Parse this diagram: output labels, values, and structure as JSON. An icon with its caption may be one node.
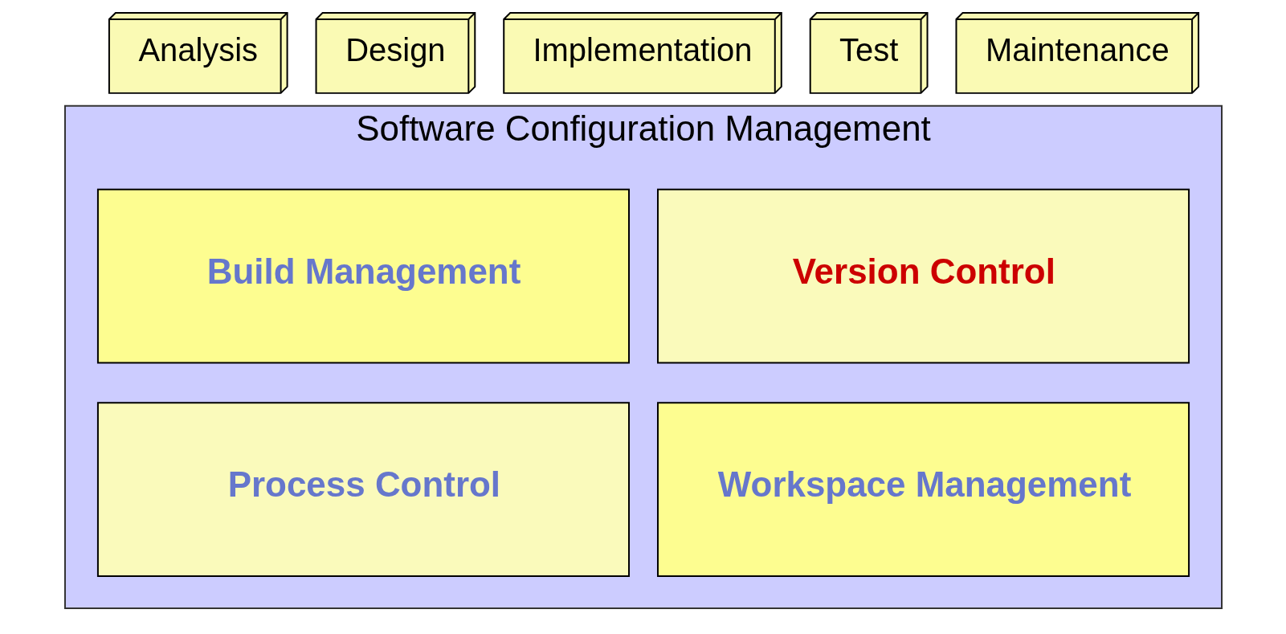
{
  "diagram": {
    "nodes": [
      {
        "text": [
          "Analysis"
        ]
      },
      {
        "text": [
          "Design"
        ]
      },
      {
        "text": [
          "Implementation"
        ]
      },
      {
        "text": [
          "Test"
        ]
      },
      {
        "text": [
          "Maintenance"
        ]
      },
      {
        "text": [
          "Software Configuration Management"
        ]
      },
      {
        "text": [
          "Version Control"
        ],
        "in": 5
      },
      {
        "text": [
          "Build Management"
        ],
        "in": 5
      },
      {
        "text": [
          "Workspace Management"
        ],
        "in": 5
      },
      {
        "text": [
          "Process Control"
        ],
        "in": 5
      }
    ]
  }
}
